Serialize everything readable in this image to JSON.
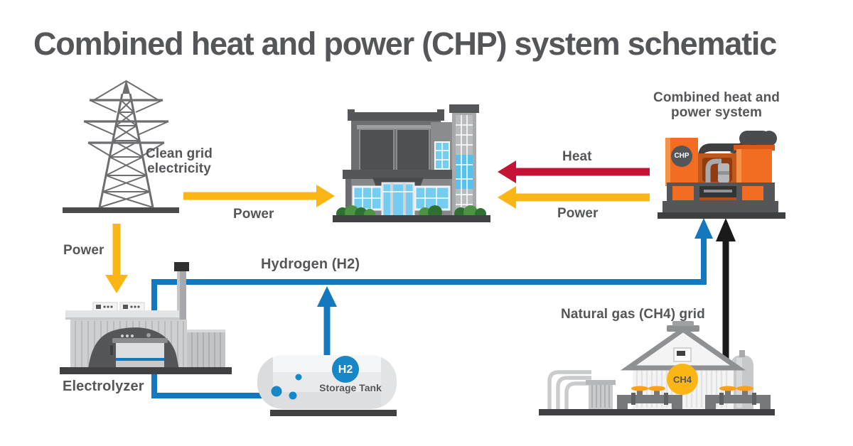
{
  "title": "Combined heat and power (CHP) system schematic",
  "colors": {
    "power_yellow": "#FBB615",
    "heat_red": "#C41334",
    "hydrogen_blue": "#1478BE",
    "h2_badge_blue": "#1787C8",
    "gas_black": "#1A1A1A",
    "chp_orange": "#F26C21",
    "text_gray": "#54565A"
  },
  "nodes": {
    "clean_grid": {
      "label": "Clean grid electricity"
    },
    "chp_system": {
      "label": "Combined heat and power system",
      "badge": "CHP"
    },
    "electrolyzer": {
      "label": "Electrolyzer"
    },
    "storage_tank": {
      "badge": "H2",
      "label": "Storage Tank"
    },
    "natural_gas_grid": {
      "label": "Natural gas (CH4) grid",
      "badge": "CH4"
    }
  },
  "flows": {
    "grid_power_to_building": {
      "label": "Power"
    },
    "grid_power_to_electrolyzer": {
      "label": "Power"
    },
    "chp_heat_to_building": {
      "label": "Heat"
    },
    "chp_power_to_building": {
      "label": "Power"
    },
    "hydrogen_line": {
      "label": "Hydrogen (H2)"
    }
  }
}
